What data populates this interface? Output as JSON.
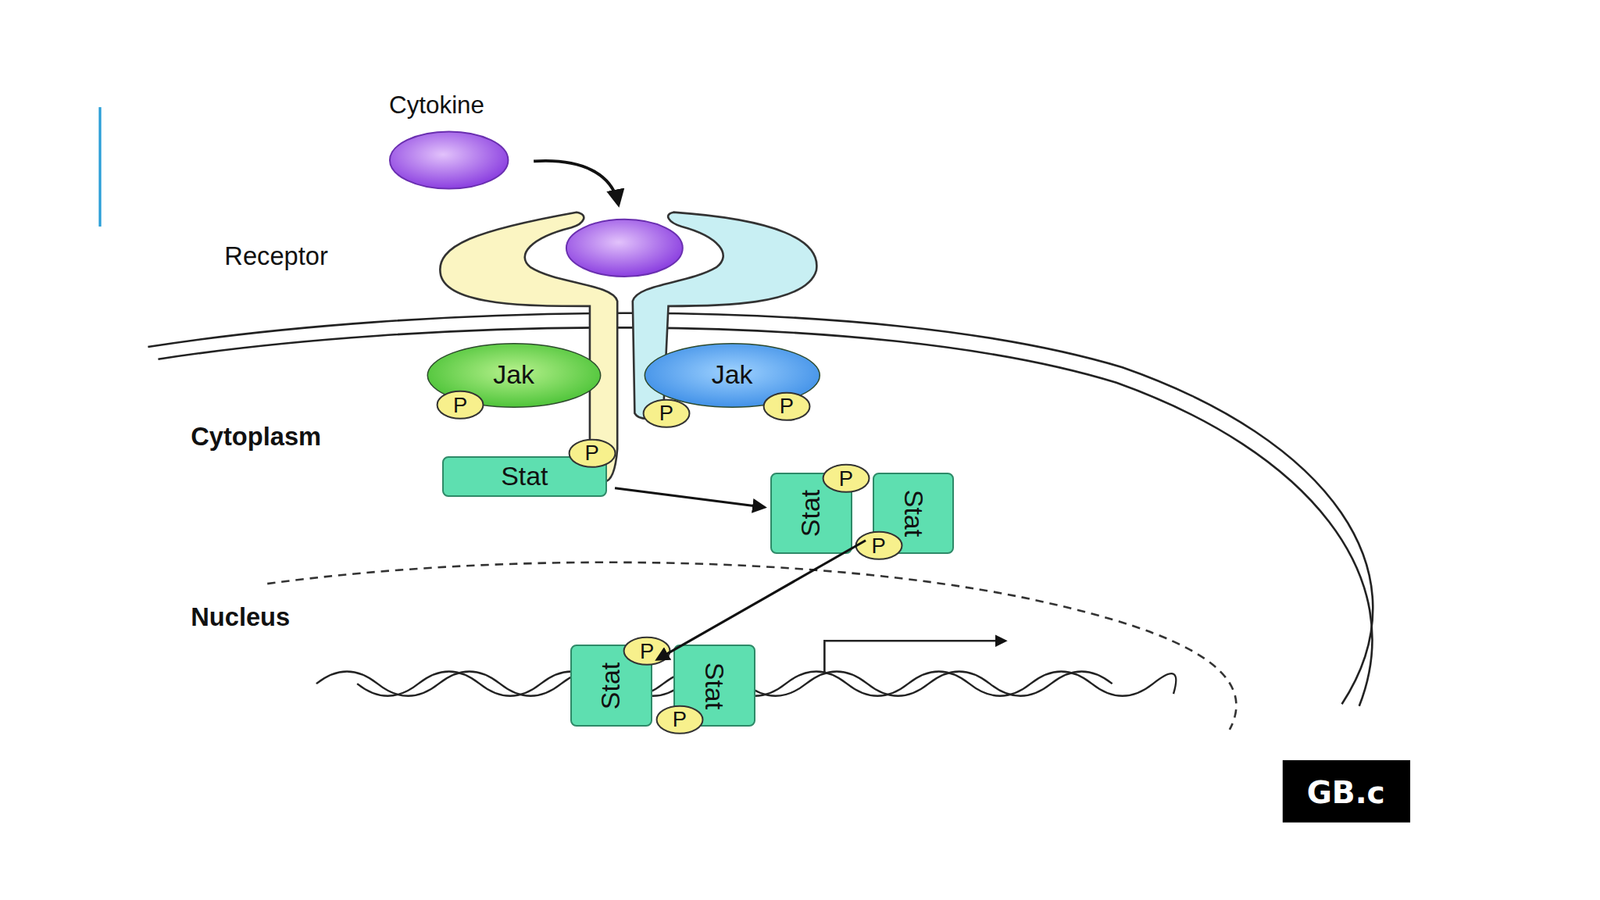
{
  "diagram": {
    "nodes": [
      {
        "text": [
          "Jak"
        ]
      },
      {
        "text": [
          "P"
        ]
      },
      {
        "text": [
          "Jak"
        ]
      },
      {
        "text": [
          "P"
        ]
      },
      {
        "text": [
          "P"
        ]
      },
      {
        "text": [
          "Stat"
        ]
      },
      {
        "text": [
          "P"
        ]
      },
      {
        "text": [
          "Stat"
        ]
      },
      {
        "text": [
          "Stat"
        ]
      },
      {
        "text": [
          "P"
        ]
      },
      {
        "text": [
          "P"
        ]
      },
      {
        "text": [
          "Stat"
        ]
      },
      {
        "text": [
          "Stat"
        ]
      },
      {
        "text": [
          "P"
        ]
      },
      {
        "text": [
          "P"
        ]
      }
    ],
    "edges": [
      {
        "from": 5,
        "to": 7,
        "arrow": "to"
      },
      {
        "from": 8,
        "to": 11,
        "arrow": "to"
      }
    ],
    "labels": [
      "Cytokine",
      "Receptor",
      "Cytoplasm",
      "Nucleus",
      "GB.c"
    ]
  }
}
